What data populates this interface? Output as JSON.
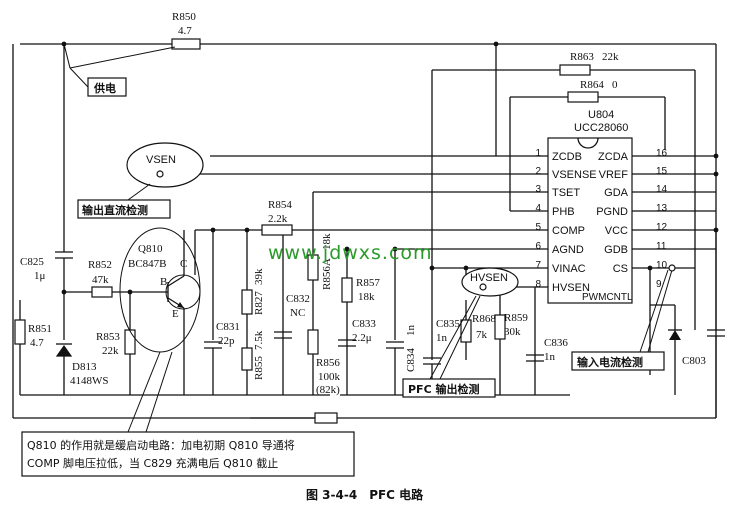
{
  "caption": "图 3-4-4　PFC 电路",
  "watermark": "www.jdwxs.com",
  "callouts": {
    "power": "供电",
    "vsen_bubble": "VSEN",
    "vsen_note": "输出直流检测",
    "hvsen_bubble": "HVSEN",
    "pfc_note": "PFC 输出检测",
    "current_note": "输入电流检测",
    "q810_note_line1": "Q810 的作用就是缓启动电路：加电初期 Q810 导通将",
    "q810_note_line2": "COMP 脚电压拉低，当 C829 充满电后 Q810 截止"
  },
  "ic": {
    "ref": "U804",
    "part": "UCC28060",
    "footer": "PWMCNTL",
    "left_pins": [
      {
        "num": "1",
        "name": "ZCDB"
      },
      {
        "num": "2",
        "name": "VSENSE"
      },
      {
        "num": "3",
        "name": "TSET"
      },
      {
        "num": "4",
        "name": "PHB"
      },
      {
        "num": "5",
        "name": "COMP"
      },
      {
        "num": "6",
        "name": "AGND"
      },
      {
        "num": "7",
        "name": "VINAC"
      },
      {
        "num": "8",
        "name": "HVSEN"
      }
    ],
    "right_pins": [
      {
        "num": "16",
        "name": "ZCDA"
      },
      {
        "num": "15",
        "name": "VREF"
      },
      {
        "num": "14",
        "name": "GDA"
      },
      {
        "num": "13",
        "name": "PGND"
      },
      {
        "num": "12",
        "name": "VCC"
      },
      {
        "num": "11",
        "name": "GDB"
      },
      {
        "num": "10",
        "name": "CS"
      },
      {
        "num": "9",
        "name": ""
      }
    ]
  },
  "components": {
    "r850": {
      "ref": "R850",
      "value": "4.7"
    },
    "r863": {
      "ref": "R863",
      "value": "22k"
    },
    "r864": {
      "ref": "R864",
      "value": "0"
    },
    "r854": {
      "ref": "R854",
      "value": "2.2k"
    },
    "r852": {
      "ref": "R852",
      "value": "47k"
    },
    "r853": {
      "ref": "R853",
      "value": "22k"
    },
    "r851": {
      "ref": "R851",
      "value": "4.7"
    },
    "c825": {
      "ref": "C825",
      "value": "1μ"
    },
    "d813": {
      "ref": "D813",
      "value": "4148WS"
    },
    "q810": {
      "ref": "Q810",
      "value": "BC847B",
      "pin_b": "B",
      "pin_c": "C",
      "pin_e": "E"
    },
    "c831": {
      "ref": "C831",
      "value": "22p"
    },
    "r827": {
      "ref": "R827",
      "value": "39k"
    },
    "r855": {
      "ref": "R855",
      "value": "7.5k"
    },
    "c832": {
      "ref": "C832",
      "value": "NC"
    },
    "r856a": {
      "ref": "R856A",
      "value": "18k"
    },
    "r856": {
      "ref": "R856",
      "value": "100k",
      "alt": "(82k)"
    },
    "r857": {
      "ref": "R857",
      "value": "18k"
    },
    "c833": {
      "ref": "C833",
      "value": "2.2μ"
    },
    "c834": {
      "ref": "C834",
      "value": "1n"
    },
    "c835": {
      "ref": "C835",
      "value": "1n"
    },
    "r868": {
      "ref": "R868",
      "value": "7k"
    },
    "r859": {
      "ref": "R859",
      "value": "30k"
    },
    "c836": {
      "ref": "C836",
      "value": "1n"
    },
    "c803": {
      "ref": "C803",
      "value": ""
    }
  }
}
